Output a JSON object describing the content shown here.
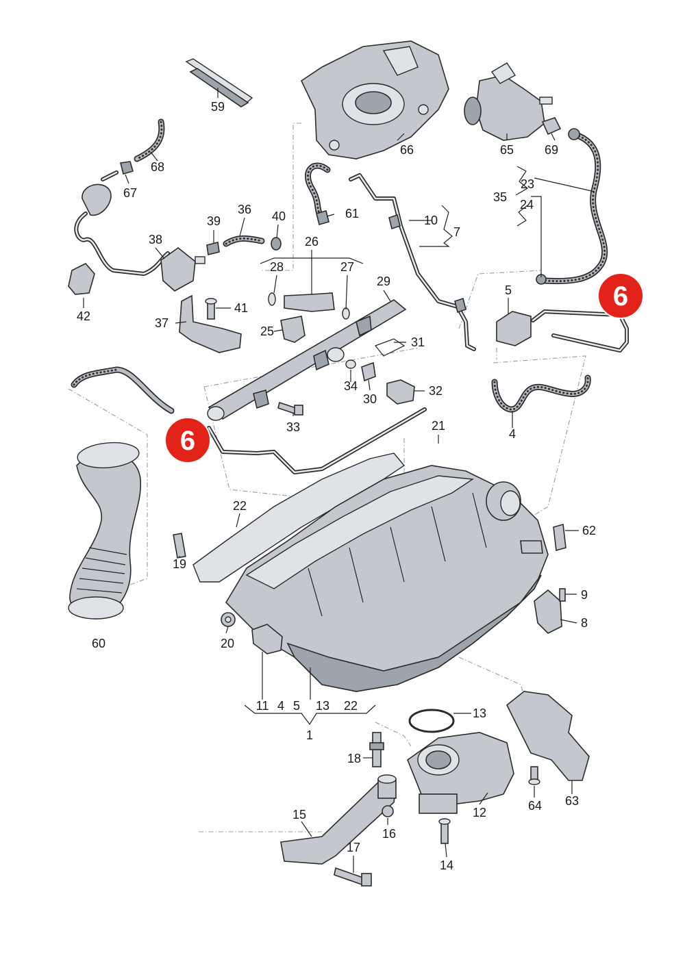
{
  "callouts": {
    "p1": "1",
    "p4": "4",
    "p4b": "4",
    "p5": "5",
    "p5b": "5",
    "p7": "7",
    "p8": "8",
    "p9": "9",
    "p10": "10",
    "p11": "11",
    "p12": "12",
    "p13": "13",
    "p13b": "13",
    "p14": "14",
    "p15": "15",
    "p16": "16",
    "p17": "17",
    "p18": "18",
    "p19": "19",
    "p20": "20",
    "p21": "21",
    "p22": "22",
    "p22b": "22",
    "p23": "23",
    "p24": "24",
    "p25": "25",
    "p26": "26",
    "p27": "27",
    "p28": "28",
    "p29": "29",
    "p30": "30",
    "p31": "31",
    "p32": "32",
    "p33": "33",
    "p34": "34",
    "p35": "35",
    "p36": "36",
    "p37": "37",
    "p38": "38",
    "p39": "39",
    "p40": "40",
    "p41": "41",
    "p42": "42",
    "p59": "59",
    "p60": "60",
    "p61": "61",
    "p62": "62",
    "p63": "63",
    "p64": "64",
    "p65": "65",
    "p66": "66",
    "p67": "67",
    "p68": "68",
    "p69": "69"
  },
  "badges": {
    "right": "6",
    "left": "6"
  },
  "colors": {
    "badge": "#e2231a",
    "part_fill": "#c4c8ce",
    "line": "#2b2b2b",
    "connector": "#8aa0b0"
  }
}
